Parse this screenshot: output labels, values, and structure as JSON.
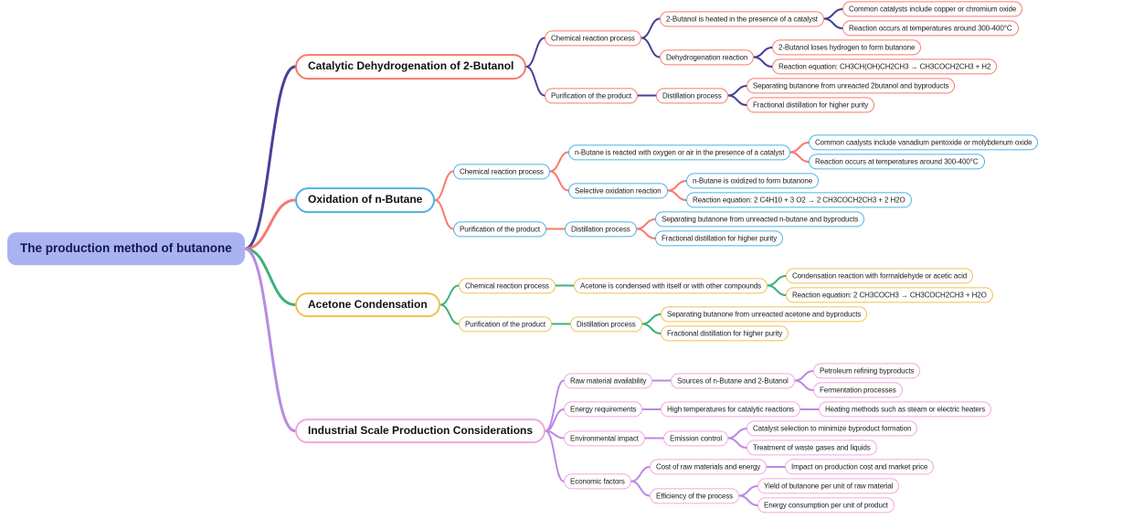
{
  "mindmap": {
    "colors": {
      "background": "#ffffff",
      "root_fill": "#a9b3f1",
      "root_text": "#15154e"
    },
    "root": {
      "label": "The production method of butanone"
    },
    "branches": [
      {
        "label": "Catalytic Dehydrogenation of 2-Butanol",
        "node_color": "#f9796e",
        "line_color": "#454196",
        "children": [
          {
            "label": "Chemical reaction process",
            "children": [
              {
                "label": "2-Butanol is heated in the presence of a catalyst",
                "children": [
                  {
                    "label": "Common catalysts include copper or chromium oxide"
                  },
                  {
                    "label": "Reaction occurs at temperatures around 300-400°C"
                  }
                ]
              },
              {
                "label": "Dehydrogenation reaction",
                "children": [
                  {
                    "label": "2-Butanol loses hydrogen to form butanone"
                  },
                  {
                    "label": "Reaction equation: CH3CH(OH)CH2CH3 → CH3COCH2CH3 + H2"
                  }
                ]
              }
            ]
          },
          {
            "label": "Purification of the product",
            "children": [
              {
                "label": "Distillation process",
                "children": [
                  {
                    "label": "Separating butanone from unreacted 2butanol and byproducts"
                  },
                  {
                    "label": "Fractional distillation for higher purity"
                  }
                ]
              }
            ]
          }
        ]
      },
      {
        "label": "Oxidation of n-Butane",
        "node_color": "#4fb1e3",
        "line_color": "#f9796e",
        "children": [
          {
            "label": "Chemical reaction process",
            "children": [
              {
                "label": "n-Butane is reacted with oxygen or air in the presence of a catalyst",
                "children": [
                  {
                    "label": "Common caalysts include vanadium pentoxide or molybdenum oxide"
                  },
                  {
                    "label": "Reaction occurs at temperatures around 300-400°C"
                  }
                ]
              },
              {
                "label": "Selective oxidation reaction",
                "children": [
                  {
                    "label": "n-Butane is oxidized to form butanone"
                  },
                  {
                    "label": "Reaction equation: 2 C4H10 + 3 O2 → 2 CH3COCH2CH3 + 2 H2O"
                  }
                ]
              }
            ]
          },
          {
            "label": "Purification of the product",
            "children": [
              {
                "label": "Distillation process",
                "children": [
                  {
                    "label": "Separating butanone from unreacted n-butane and byproducts"
                  },
                  {
                    "label": "Fractional distillation for higher purity"
                  }
                ]
              }
            ]
          }
        ]
      },
      {
        "label": "Acetone Condensation",
        "node_color": "#f0c14f",
        "line_color": "#3fb07c",
        "children": [
          {
            "label": "Chemical reaction process",
            "children": [
              {
                "label": "Acetone is condensed with itself or with other compounds",
                "children": [
                  {
                    "label": "Condensation reaction with formaldehyde or acetic acid"
                  },
                  {
                    "label": "Reaction equation: 2 CH3COCH3 → CH3COCH2CH3 + H2O"
                  }
                ]
              }
            ]
          },
          {
            "label": "Purification of the product",
            "children": [
              {
                "label": "Distillation process",
                "children": [
                  {
                    "label": "Separating butanone from unreacted acetone and byproducts"
                  },
                  {
                    "label": "Fractional distillation for higher purity"
                  }
                ]
              }
            ]
          }
        ]
      },
      {
        "label": "Industrial Scale Production Considerations",
        "node_color": "#f1a7dd",
        "line_color": "#b98ae4",
        "children": [
          {
            "label": "Raw material availability",
            "children": [
              {
                "label": "Sources of n-Butane and 2-Butanol",
                "children": [
                  {
                    "label": "Petroleum refining byproducts"
                  },
                  {
                    "label": "Fermentation processes"
                  }
                ]
              }
            ]
          },
          {
            "label": "Energy requirements",
            "children": [
              {
                "label": "High temperatures for catalytic reactions",
                "children": [
                  {
                    "label": "Heating methods such as steam or electric heaters"
                  }
                ]
              }
            ]
          },
          {
            "label": "Environmental impact",
            "children": [
              {
                "label": "Emission control",
                "children": [
                  {
                    "label": "Catalyst selection to minimize byproduct formation"
                  },
                  {
                    "label": "Treatment of waste gases and liquids"
                  }
                ]
              }
            ]
          },
          {
            "label": "Economic factors",
            "children": [
              {
                "label": "Cost of raw materials and energy",
                "children": [
                  {
                    "label": "Impact on production cost and market price"
                  }
                ]
              },
              {
                "label": "Efficiency of the process",
                "children": [
                  {
                    "label": "Yield of butanone per unit of raw material"
                  },
                  {
                    "label": "Energy consumption per unit of product"
                  }
                ]
              }
            ]
          }
        ]
      }
    ]
  }
}
